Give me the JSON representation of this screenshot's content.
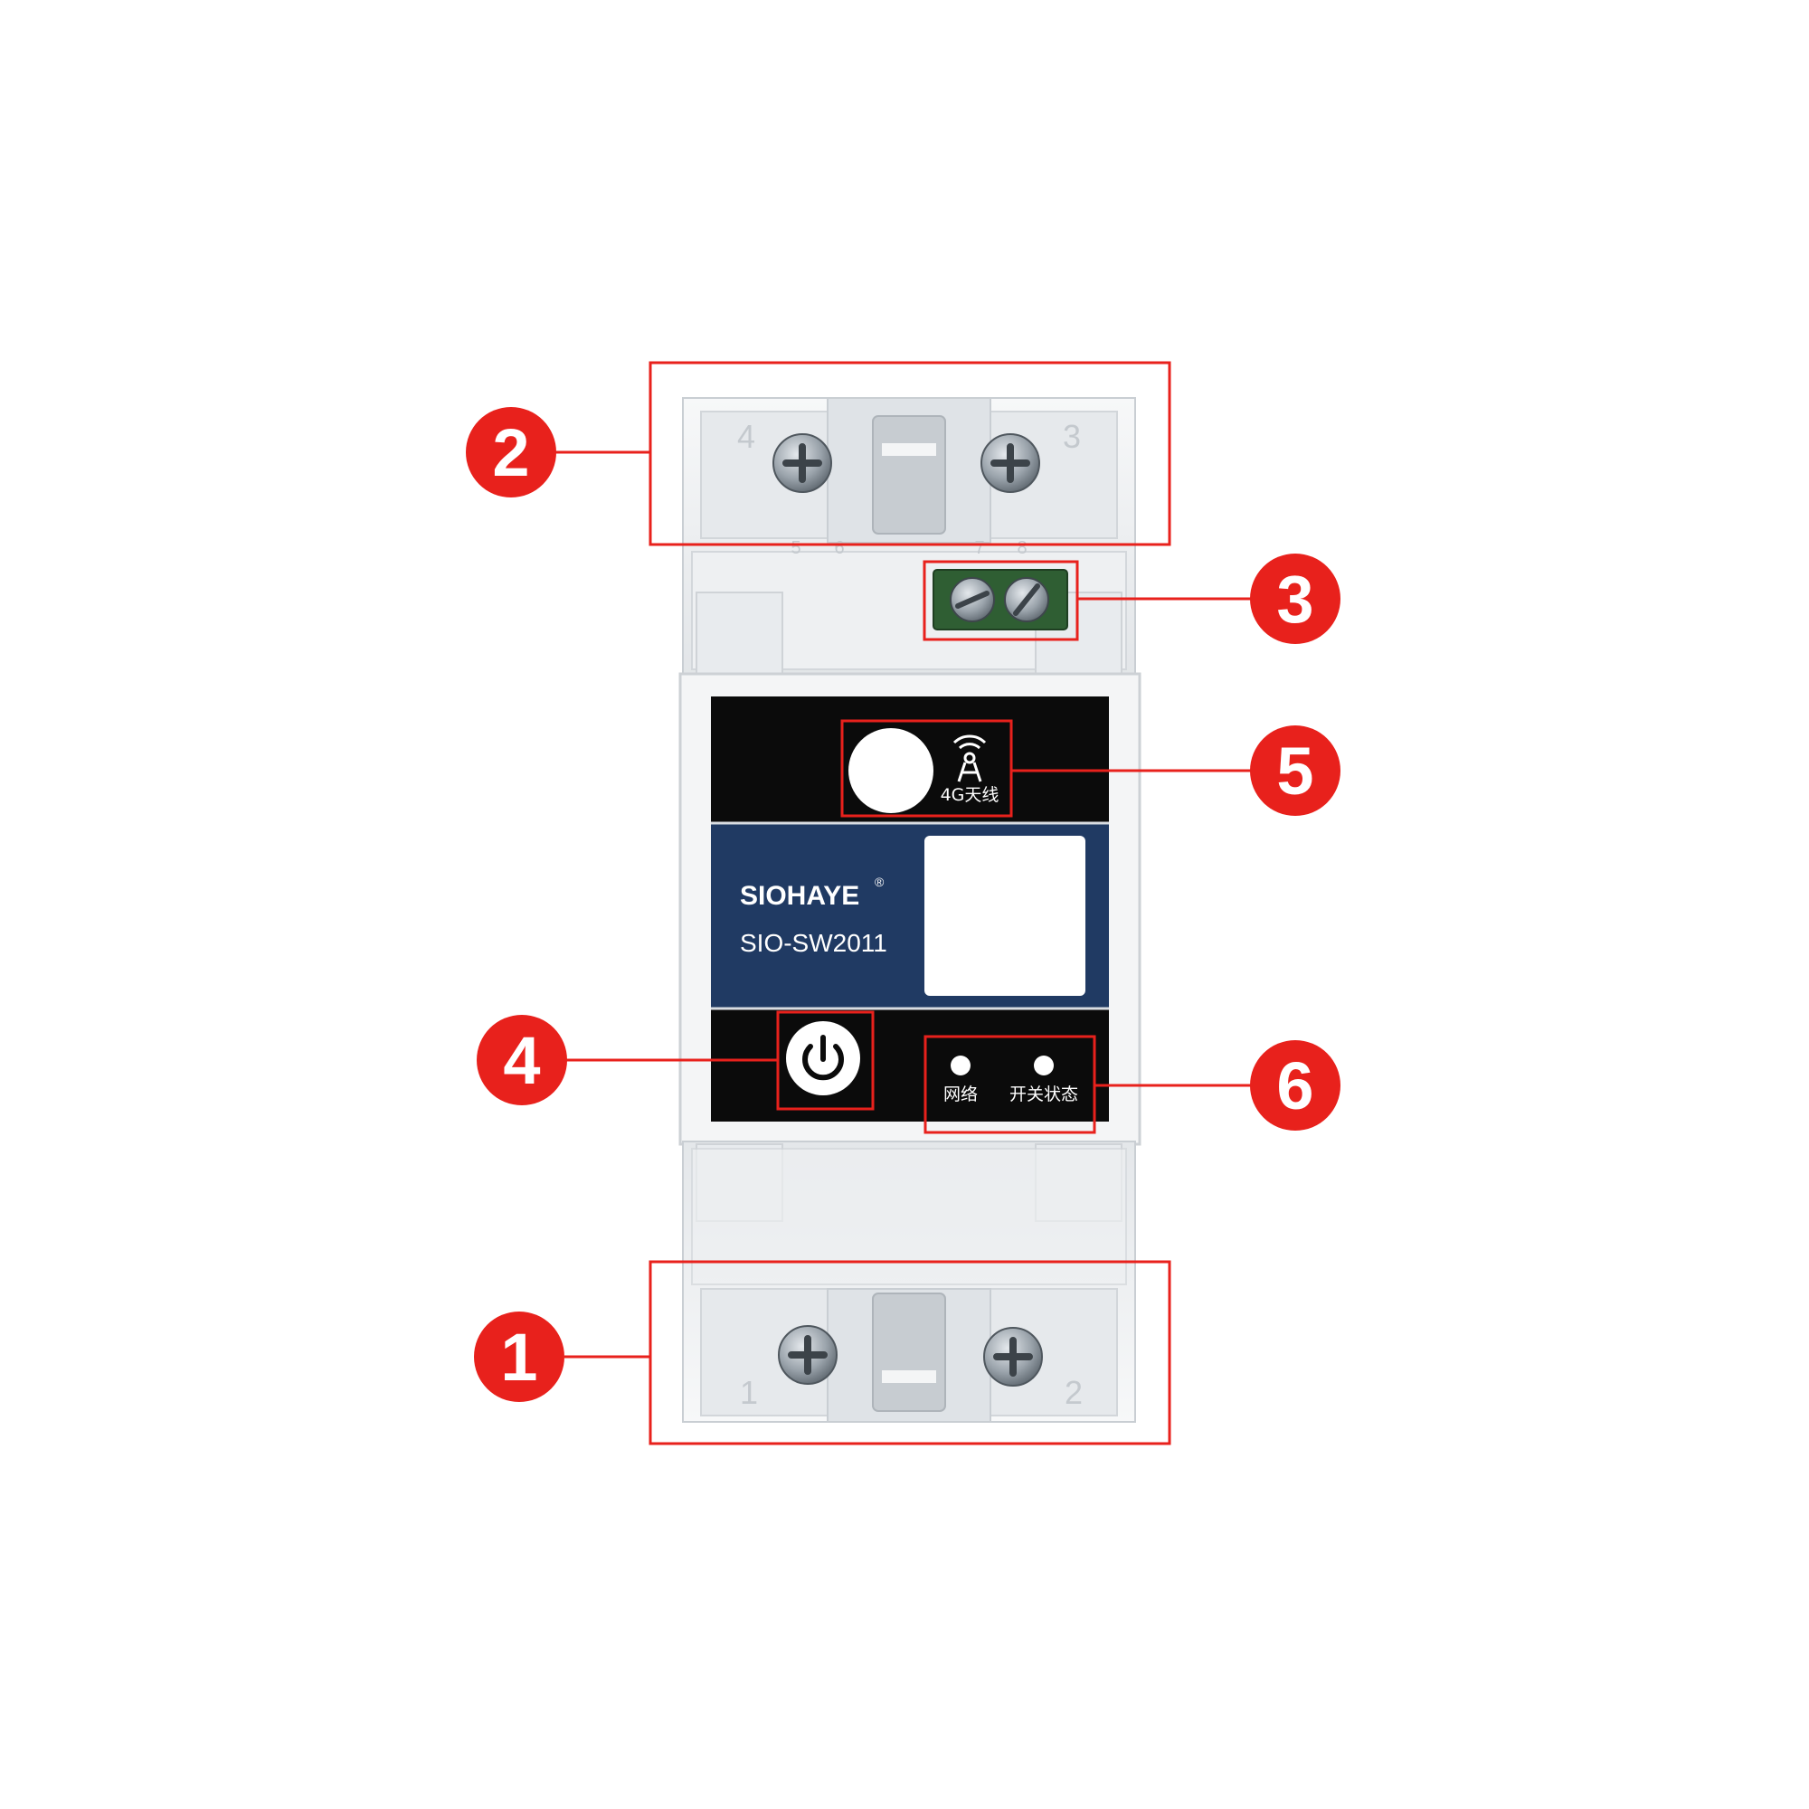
{
  "colors": {
    "callout_red": "#e8211c",
    "panel_black": "#0b0b0b",
    "panel_blue": "#203a63",
    "housing": "#eeeff1",
    "terminal_green": "#2f5e33"
  },
  "device": {
    "brand": "SIOHAYE",
    "brand_mark": "®",
    "model": "SIO-SW2011",
    "antenna_label": "4G天线",
    "antenna_icon": "antenna-icon",
    "power_icon": "power-icon",
    "led_network_label": "网络",
    "led_switch_label": "开关状态"
  },
  "terminals": {
    "top_left": "4",
    "top_right": "3",
    "bottom_left": "1",
    "bottom_right": "2",
    "mid_left_a": "5",
    "mid_left_b": "6",
    "mid_right_a": "7",
    "mid_right_b": "8"
  },
  "callouts": [
    {
      "number": "1",
      "target": "bottom-power-terminals"
    },
    {
      "number": "2",
      "target": "top-load-terminals"
    },
    {
      "number": "3",
      "target": "signal-terminal-block"
    },
    {
      "number": "4",
      "target": "power-button"
    },
    {
      "number": "5",
      "target": "4g-antenna-port"
    },
    {
      "number": "6",
      "target": "status-leds"
    }
  ]
}
